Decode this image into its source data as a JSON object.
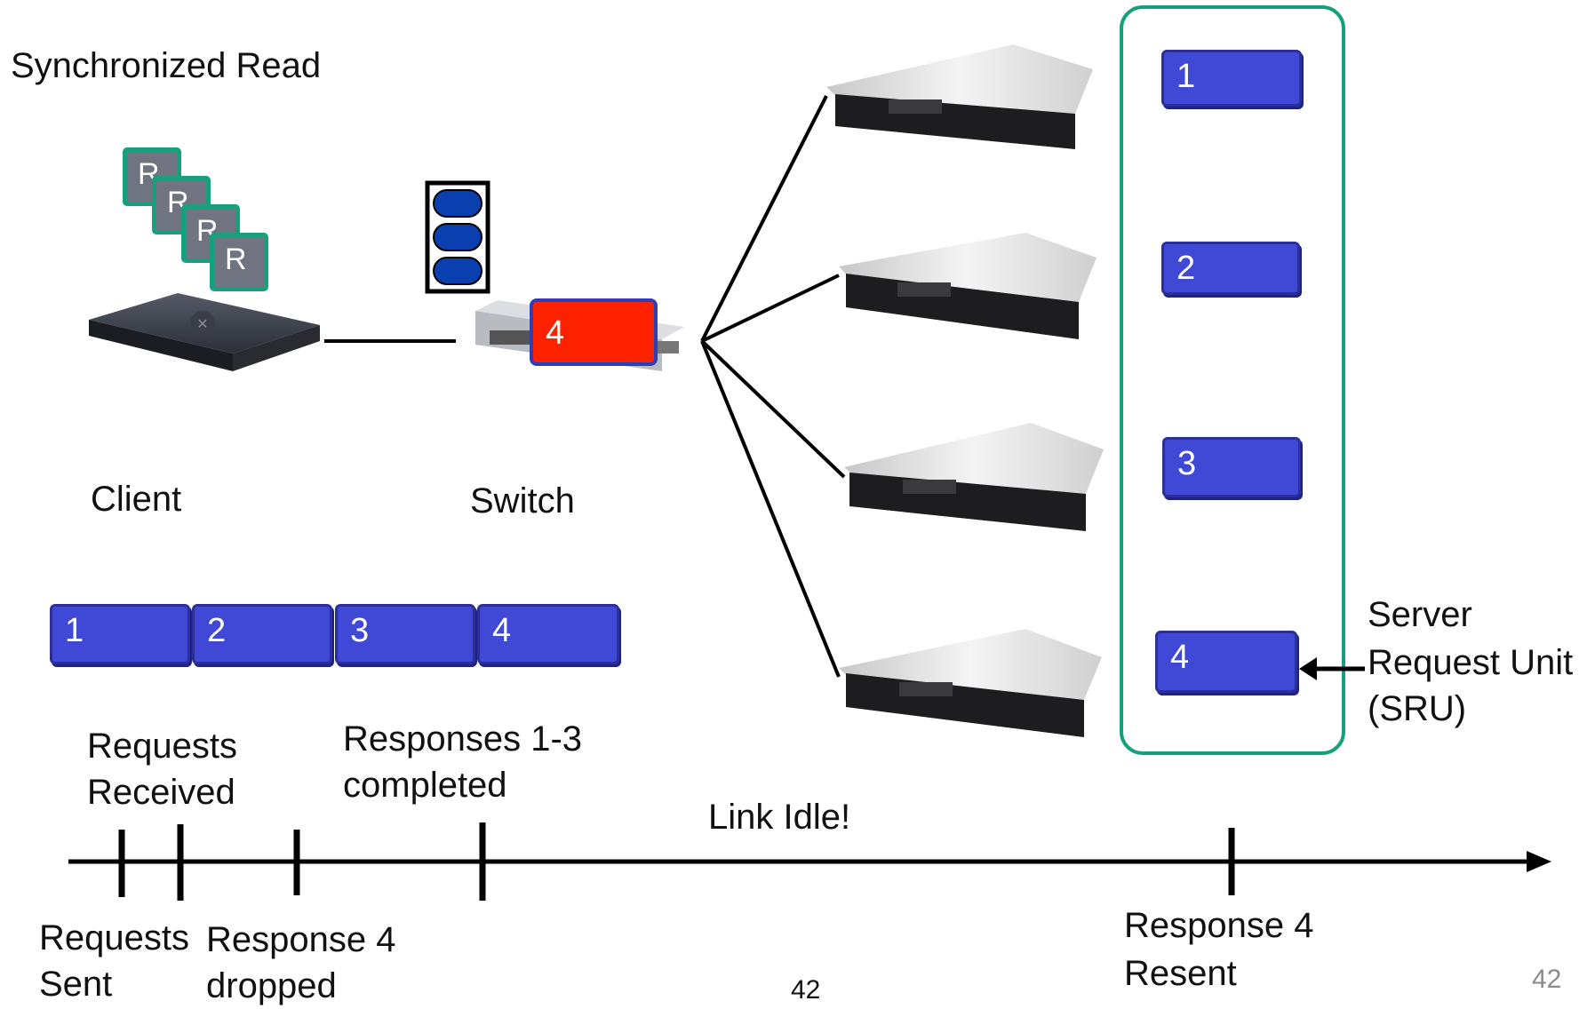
{
  "title": "Synchronized Read",
  "client": {
    "label": "Client",
    "request_cards": [
      "R",
      "R",
      "R",
      "R"
    ]
  },
  "switch": {
    "label": "Switch",
    "buffered_packet": "4"
  },
  "server_request_units": [
    "1",
    "2",
    "3",
    "4"
  ],
  "sru_annotation": [
    "Server",
    "Request Unit",
    "(SRU)"
  ],
  "request_blocks": [
    "1",
    "2",
    "3",
    "4"
  ],
  "timeline": {
    "above": [
      [
        "Requests",
        "Received"
      ],
      [
        "Responses 1-3",
        "completed"
      ]
    ],
    "idle_label": "Link Idle!",
    "below": [
      [
        "Requests",
        "Sent"
      ],
      [
        "Response 4",
        "dropped"
      ],
      [
        "Response 4",
        "Resent"
      ]
    ]
  },
  "page_number_center": "42",
  "page_number_right": "42",
  "colors": {
    "block_blue": "#3f49d6",
    "dropped_red": "#ff2200",
    "sru_border": "#17a07c",
    "queue_blue": "#0a3fb0"
  }
}
